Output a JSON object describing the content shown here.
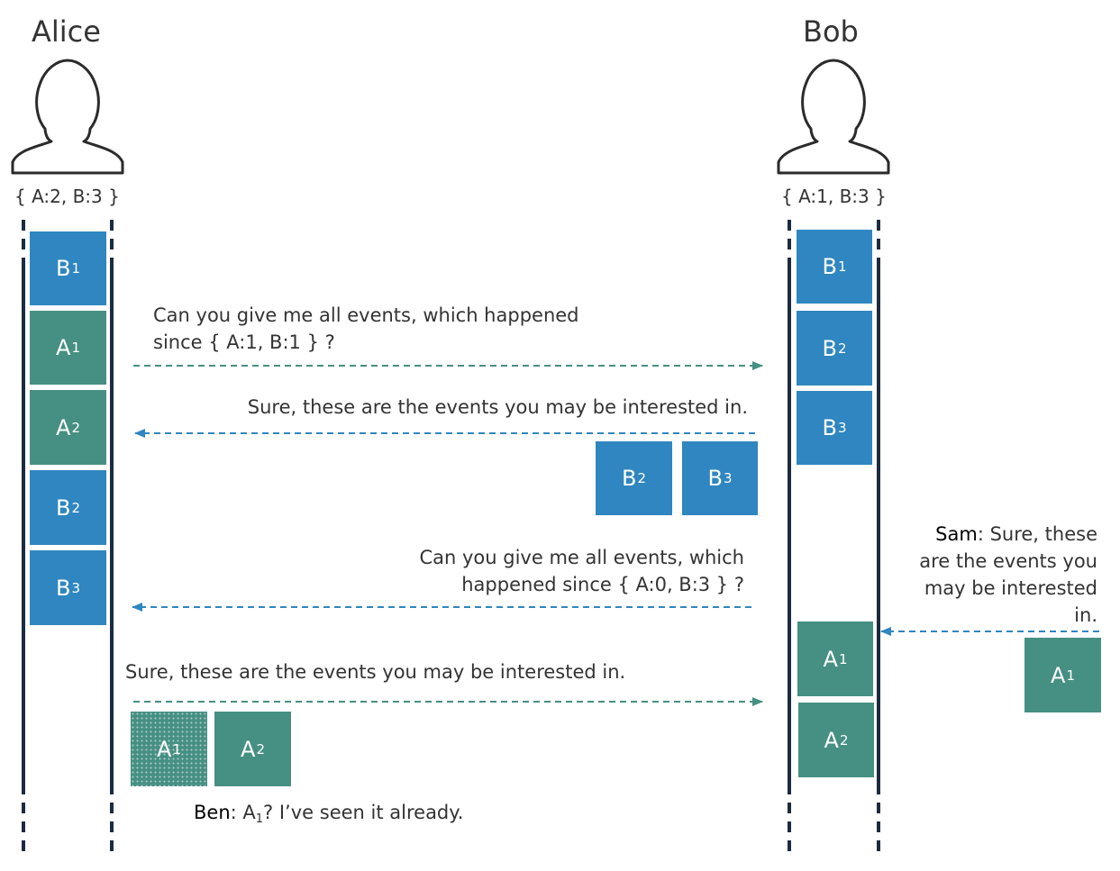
{
  "alice": {
    "name": "Alice",
    "clock": "{ A:2, B:3 }",
    "events": [
      {
        "letter": "B",
        "index": "1",
        "color": "blue"
      },
      {
        "letter": "A",
        "index": "1",
        "color": "green"
      },
      {
        "letter": "A",
        "index": "2",
        "color": "green"
      },
      {
        "letter": "B",
        "index": "2",
        "color": "blue"
      },
      {
        "letter": "B",
        "index": "3",
        "color": "blue"
      }
    ]
  },
  "bob": {
    "name": "Bob",
    "clock": "{ A:1, B:3 }",
    "events": [
      {
        "letter": "B",
        "index": "1",
        "color": "blue"
      },
      {
        "letter": "B",
        "index": "2",
        "color": "blue"
      },
      {
        "letter": "B",
        "index": "3",
        "color": "blue"
      },
      {
        "letter": "A",
        "index": "1",
        "color": "green"
      },
      {
        "letter": "A",
        "index": "2",
        "color": "green"
      }
    ]
  },
  "messages": {
    "m1": "Can you give me all events, which happened\nsince { A:1, B:1 } ?",
    "m2": "Sure, these are the events you may be interested in.",
    "m3": "Can you give me all events, which\nhappened since { A:0, B:3 } ?",
    "m4": "Sure, these are the events you may be interested in."
  },
  "sam": {
    "speaker": "Sam",
    "text": ": Sure, these\nare the events you\nmay be interested\nin."
  },
  "ben": {
    "speaker": "Ben",
    "text_pre": ": A",
    "sub": "1",
    "text_post": "? I’ve seen it already."
  },
  "transfers": {
    "bob_to_alice": [
      {
        "letter": "B",
        "index": "2",
        "color": "blue"
      },
      {
        "letter": "B",
        "index": "3",
        "color": "blue"
      }
    ],
    "alice_to_bob": [
      {
        "letter": "A",
        "index": "1",
        "color": "green",
        "duplicate": true
      },
      {
        "letter": "A",
        "index": "2",
        "color": "green"
      }
    ],
    "sam_to_bob": [
      {
        "letter": "A",
        "index": "1",
        "color": "green"
      }
    ]
  },
  "colors": {
    "blue": "#2f86c0",
    "green": "#468f83",
    "lifeline": "#1c2b40"
  }
}
